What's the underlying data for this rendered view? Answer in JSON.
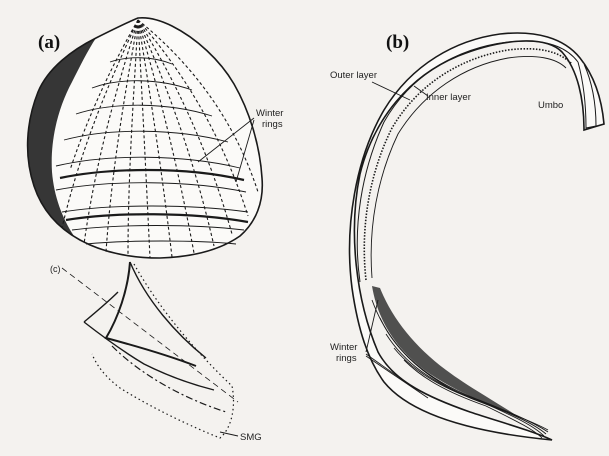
{
  "panels": {
    "a": {
      "letter": "(a)",
      "label_winter_rings": [
        "Winter",
        "rings"
      ]
    },
    "b": {
      "letter": "(b)",
      "label_outer_layer": "Outer layer",
      "label_inner_layer": "Inner layer",
      "label_umbo": "Umbo",
      "label_winter_rings": [
        "Winter",
        "rings"
      ]
    },
    "c": {
      "letter": "(c)",
      "label_smg": "SMG"
    }
  },
  "colors": {
    "background": "#f4f2ef",
    "ink": "#1a1a1a"
  }
}
